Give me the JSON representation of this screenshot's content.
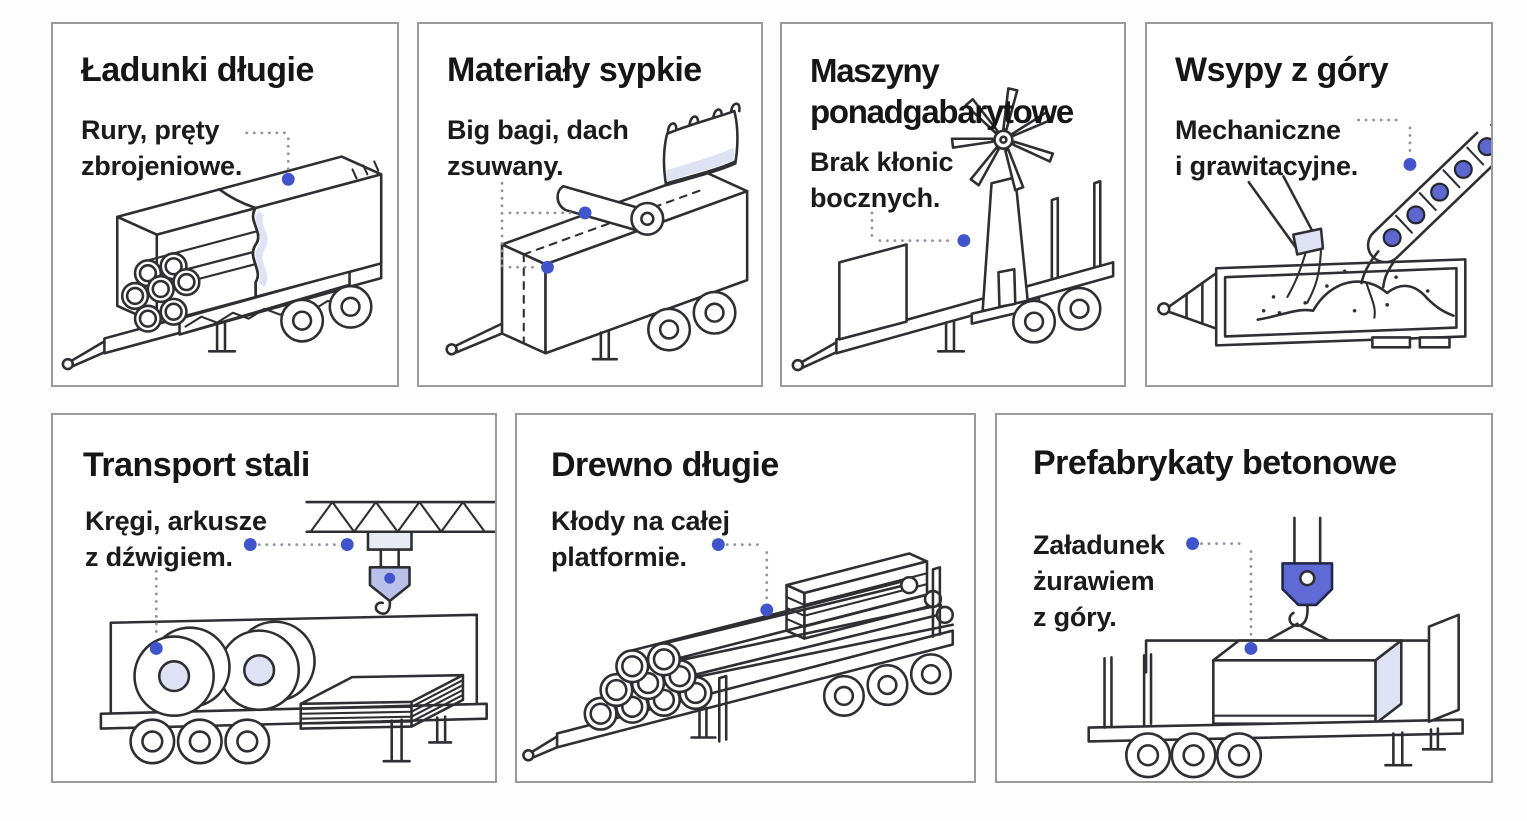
{
  "page": {
    "background": "#fdfdfd",
    "card_background": "#ffffff",
    "card_border": "#9a9a9a",
    "text_color": "#161616",
    "line_color": "#2e2e33",
    "accent_blue": "#4055cc",
    "roller_blue": "#5c68cf",
    "lavender": "#dfe2f4",
    "leader_gray": "#8f949c"
  },
  "cards": [
    {
      "id": "long-loads",
      "title": "Ładunki długie",
      "subtitle": "Rury, pręty\nzbrojeniowe.",
      "illustration": "covered-trailer-with-pipes-and-rebar"
    },
    {
      "id": "bulk-materials",
      "title": "Materiały sypkie",
      "subtitle": "Big bagi, dach\nzsuwany.",
      "illustration": "box-trailer-with-big-bag-and-rolled-tarp"
    },
    {
      "id": "oversized-machines",
      "title": "Maszyny\nponadgabarytowe",
      "subtitle": "Brak kłonic\nbocznych.",
      "illustration": "flatbed-trailer-with-windmill-machine"
    },
    {
      "id": "top-loading",
      "title": "Wsypy z góry",
      "subtitle": "Mechaniczne\ni grawitacyjne.",
      "illustration": "open-trailer-loaded-by-chute-and-conveyor"
    },
    {
      "id": "steel-transport",
      "title": "Transport stali",
      "subtitle": "Kręgi, arkusze\nz dźwigiem.",
      "illustration": "trailer-with-steel-coils-sheets-and-overhead-crane"
    },
    {
      "id": "long-timber",
      "title": "Drewno długie",
      "subtitle": "Kłody na całej\nplatformie.",
      "illustration": "log-trailer-fully-loaded"
    },
    {
      "id": "precast-concrete",
      "title": "Prefabrykaty betonowe",
      "subtitle": "Załadunek\nżurawiem\nz góry.",
      "illustration": "flatbed-with-concrete-block-on-crane-hook"
    }
  ]
}
